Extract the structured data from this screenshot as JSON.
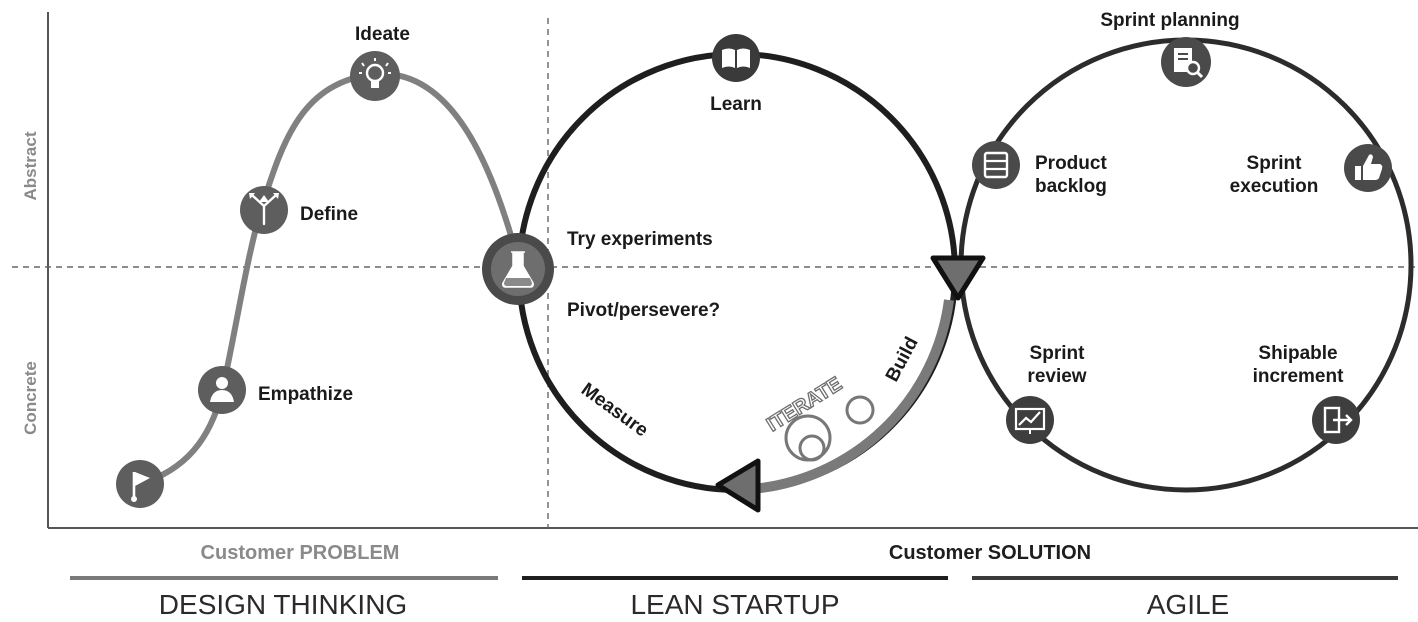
{
  "axes": {
    "abstract": "Abstract",
    "concrete": "Concrete"
  },
  "design_thinking": {
    "stages": {
      "empathize": "Empathize",
      "define": "Define",
      "ideate": "Ideate"
    },
    "icons": [
      "flag-icon",
      "person-icon",
      "arrows-icon",
      "lightbulb-icon"
    ]
  },
  "lean_startup": {
    "learn": "Learn",
    "try_experiments": "Try experiments",
    "pivot": "Pivot/persevere?",
    "build": "Build",
    "measure": "Measure",
    "iterate": "ITERATE",
    "icons": [
      "book-icon",
      "flask-icon"
    ]
  },
  "agile": {
    "sprint_planning": "Sprint planning",
    "product_backlog_line1": "Product",
    "product_backlog_line2": "backlog",
    "sprint_execution_line1": "Sprint",
    "sprint_execution_line2": "execution",
    "sprint_review_line1": "Sprint",
    "sprint_review_line2": "review",
    "shipable_line1": "Shipable",
    "shipable_line2": "increment",
    "icons": [
      "document-search-icon",
      "list-icon",
      "thumbs-up-icon",
      "chart-icon",
      "exit-icon"
    ]
  },
  "footer": {
    "customer_problem": "Customer PROBLEM",
    "customer_solution": "Customer SOLUTION",
    "design_thinking": "DESIGN THINKING",
    "lean_startup": "LEAN STARTUP",
    "agile": "AGILE"
  },
  "colors": {
    "design_gray": "#7a7a7a",
    "lean_dark": "#1e1e1e",
    "agile_dark": "#2c2c2c",
    "icon_bg": "#5a5a5a",
    "muted_text": "#8a8a8a"
  }
}
